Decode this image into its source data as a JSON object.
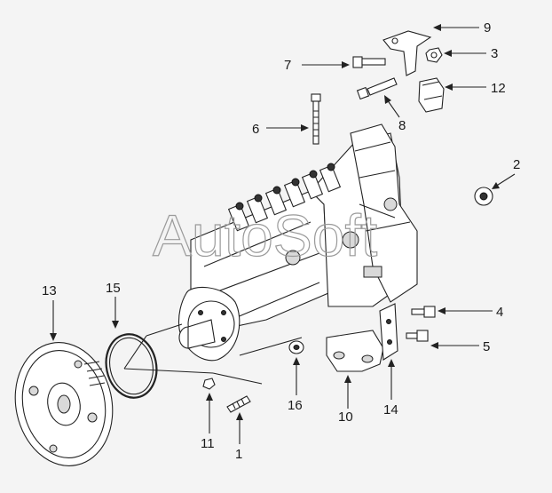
{
  "watermark": "AutoSoft",
  "callouts": [
    {
      "id": "c1",
      "label": "1"
    },
    {
      "id": "c2",
      "label": "2"
    },
    {
      "id": "c3",
      "label": "3"
    },
    {
      "id": "c4",
      "label": "4"
    },
    {
      "id": "c5",
      "label": "5"
    },
    {
      "id": "c6",
      "label": "6"
    },
    {
      "id": "c7",
      "label": "7"
    },
    {
      "id": "c8",
      "label": "8"
    },
    {
      "id": "c9",
      "label": "9"
    },
    {
      "id": "c10",
      "label": "10"
    },
    {
      "id": "c11",
      "label": "11"
    },
    {
      "id": "c12",
      "label": "12"
    },
    {
      "id": "c13",
      "label": "13"
    },
    {
      "id": "c14",
      "label": "14"
    },
    {
      "id": "c15",
      "label": "15"
    },
    {
      "id": "c16",
      "label": "16"
    }
  ]
}
